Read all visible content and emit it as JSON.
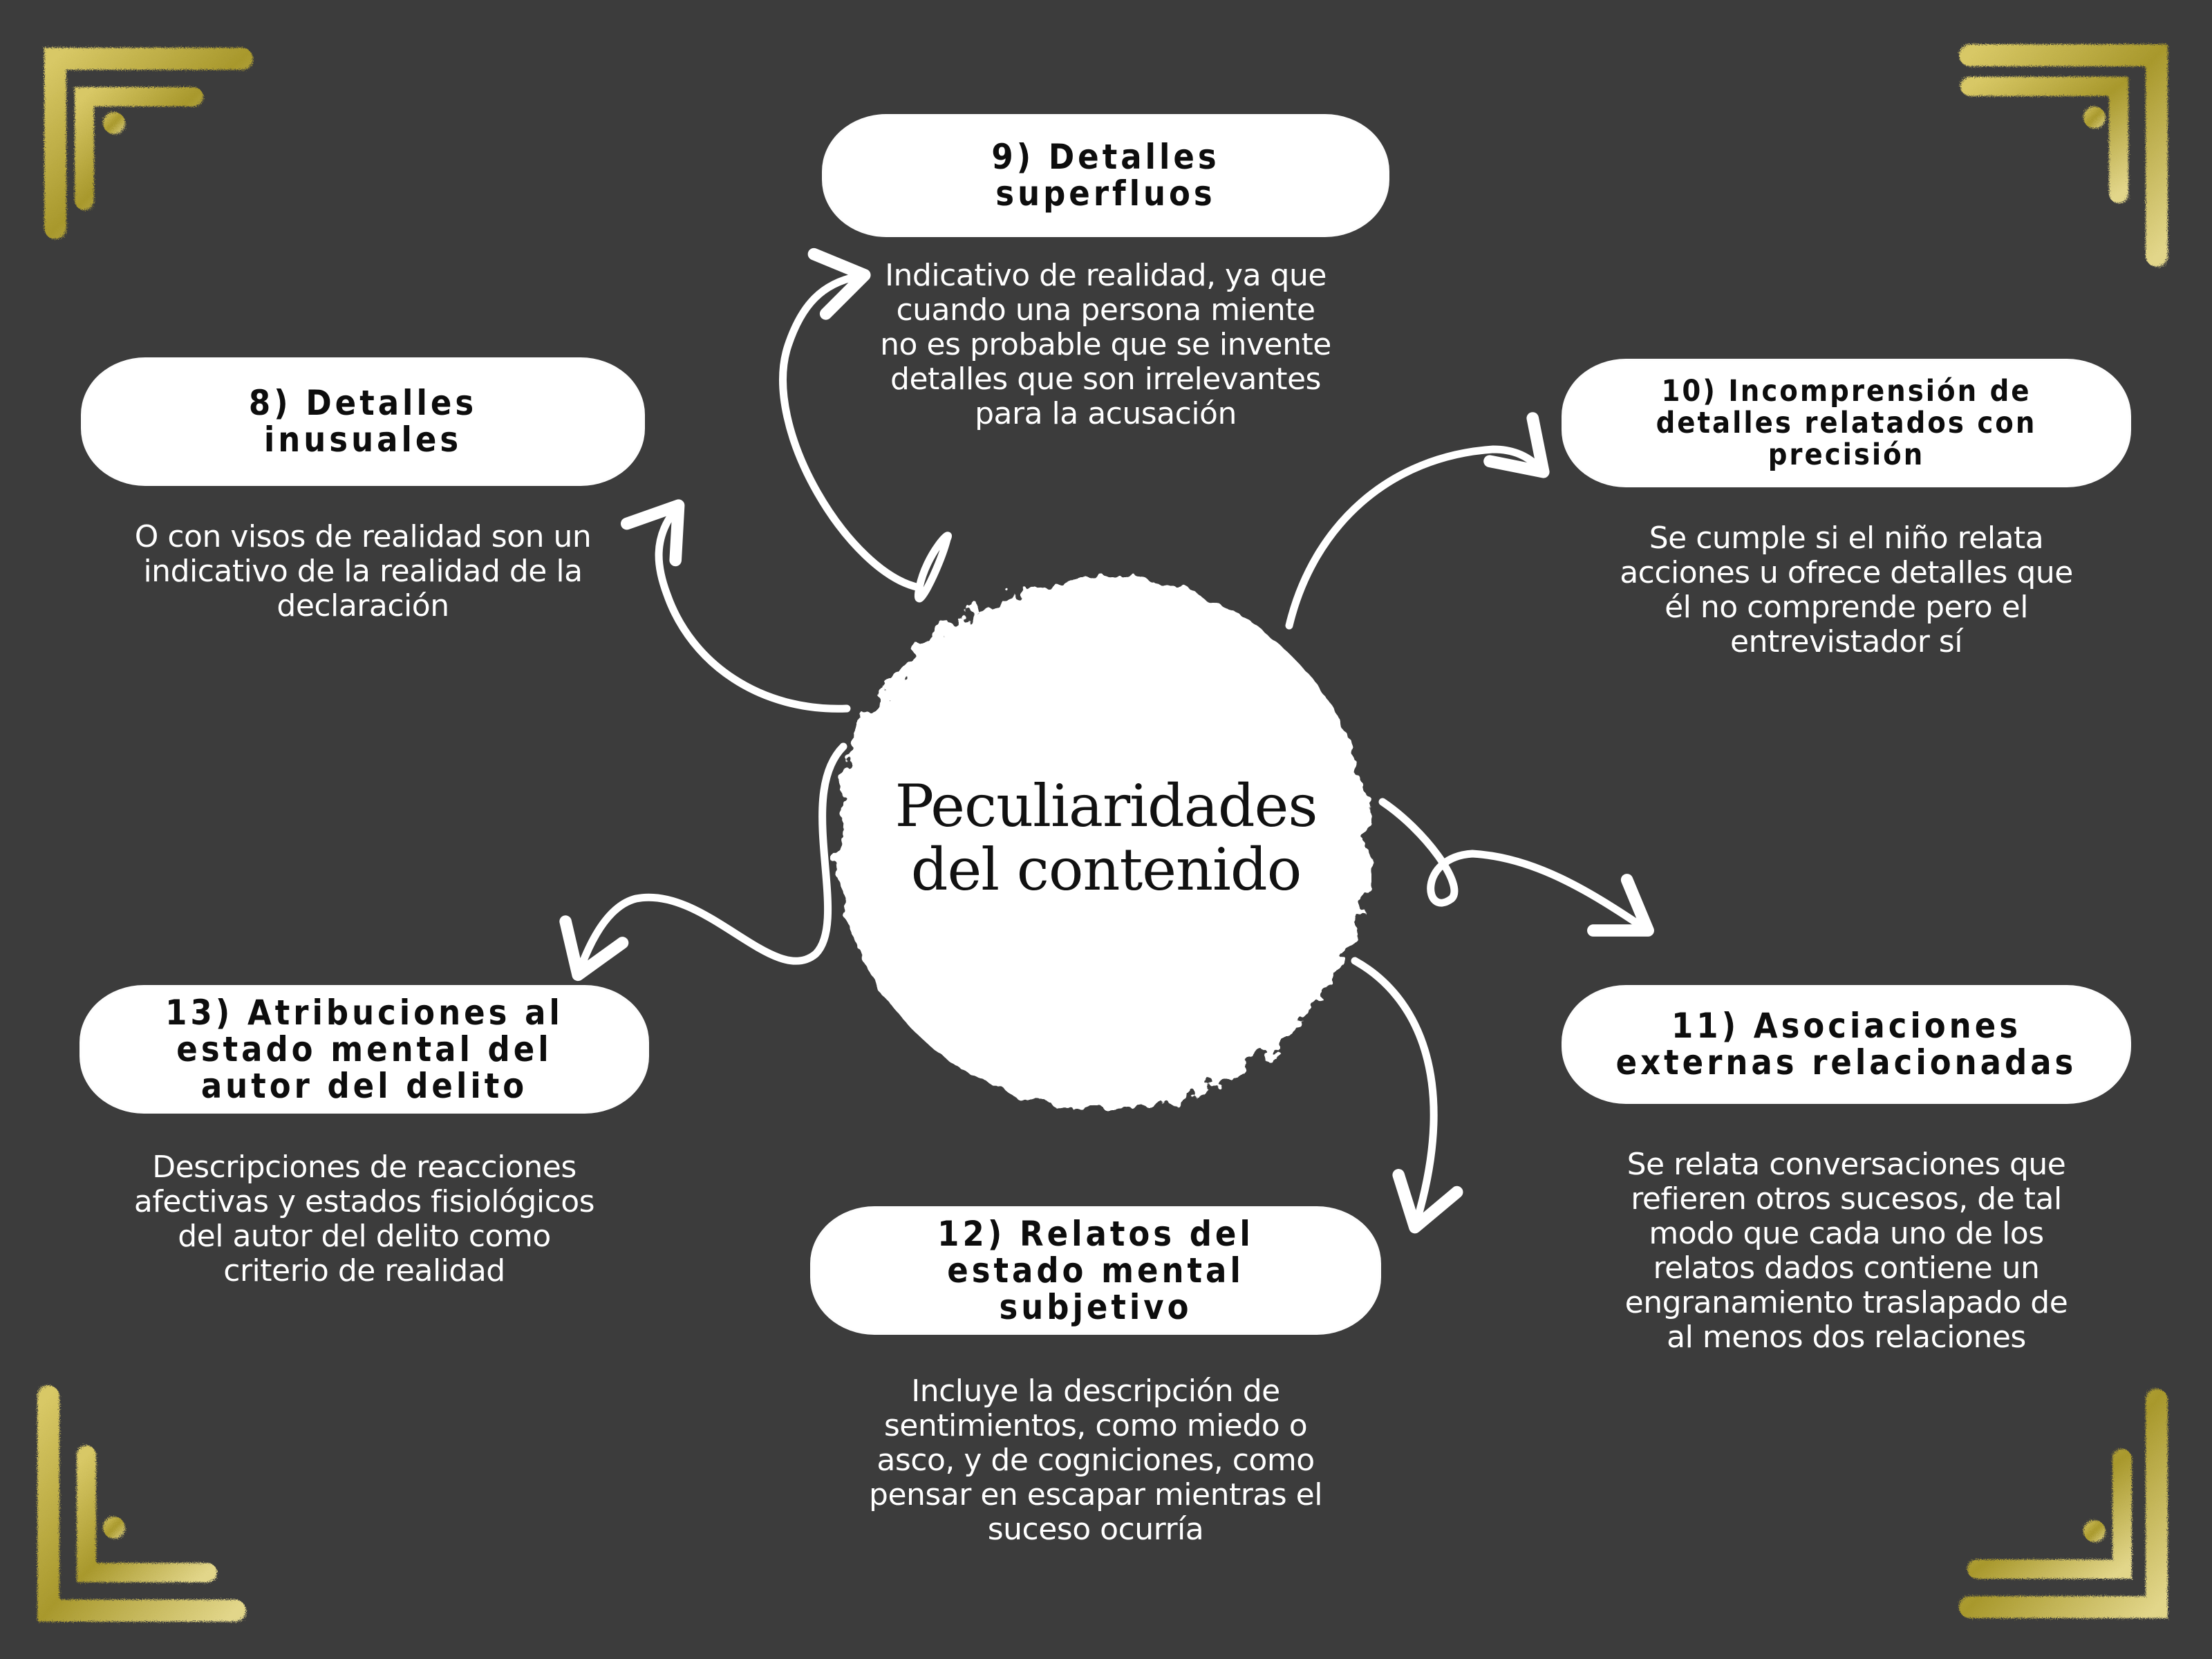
{
  "diagram": {
    "title": "Peculiaridades del contenido",
    "title_lines": "Peculiaridades\ndel contenido",
    "background_color": "#3c3c3c",
    "accent_color": "#b9a83a",
    "node_fill": "#ffffff",
    "nodes": [
      {
        "id": "8",
        "heading": "8) Detalles\ninusuales",
        "description": "O con visos de realidad son un\nindicativo de la realidad de la\ndeclaración"
      },
      {
        "id": "9",
        "heading": "9) Detalles\nsuperfluos",
        "description": "Indicativo de realidad, ya que\ncuando una persona miente\nno es probable que se invente\ndetalles que son irrelevantes\npara la acusación"
      },
      {
        "id": "10",
        "heading": "10) Incomprensión de\ndetalles relatados con\nprecisión",
        "description": "Se cumple si el niño relata\nacciones u ofrece detalles que\nél no comprende pero el\nentrevistador sí"
      },
      {
        "id": "11",
        "heading": "11) Asociaciones\nexternas relacionadas",
        "description": "Se relata conversaciones que\nrefieren otros sucesos, de tal\nmodo que cada uno de los\nrelatos dados contiene un\nengranamiento traslapado de\nal menos dos relaciones"
      },
      {
        "id": "12",
        "heading": "12) Relatos del\nestado mental\nsubjetivo",
        "description": "Incluye la descripción de\nsentimientos, como miedo o\nasco, y de cogniciones, como\npensar en escapar mientras el\nsuceso ocurría"
      },
      {
        "id": "13",
        "heading": "13) Atribuciones al\nestado mental del\nautor del delito",
        "description": "Descripciones de reacciones\nafectivas y estados fisiológicos\ndel autor del delito como\ncriterio de realidad"
      }
    ],
    "edges": [
      {
        "from": "center",
        "to": "8"
      },
      {
        "from": "center",
        "to": "9"
      },
      {
        "from": "center",
        "to": "10"
      },
      {
        "from": "center",
        "to": "11"
      },
      {
        "from": "center",
        "to": "12"
      },
      {
        "from": "center",
        "to": "13"
      }
    ],
    "decorations": [
      "corner-ornament-top-left",
      "corner-ornament-top-right",
      "corner-ornament-bottom-left",
      "corner-ornament-bottom-right"
    ]
  }
}
